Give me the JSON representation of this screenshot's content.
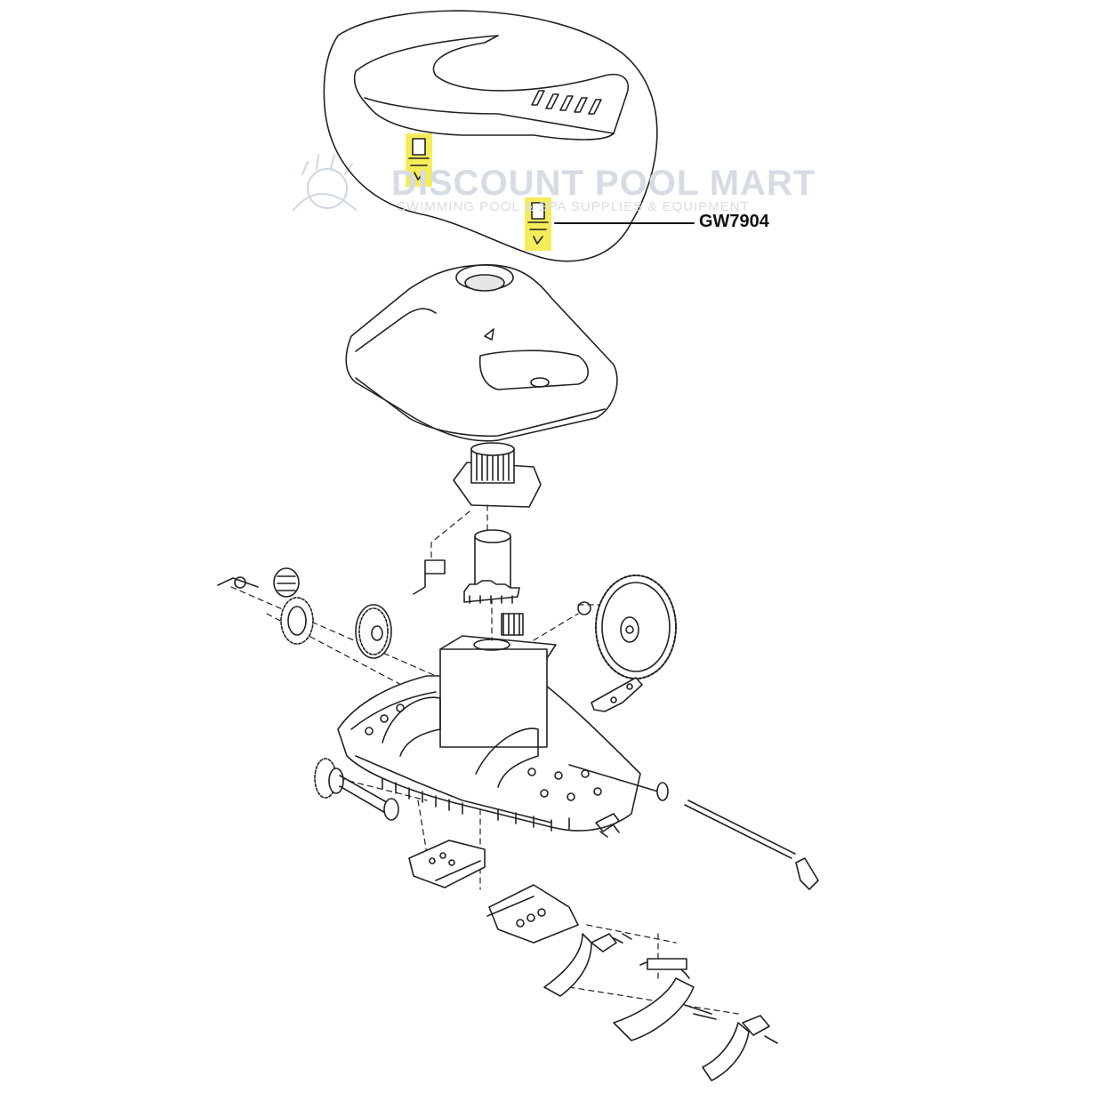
{
  "watermark": {
    "title": "DISCOUNT POOL MART",
    "subtitle": "SWIMMING POOL & SPA SUPPLIES & EQUIPMENT"
  },
  "callout": {
    "part_number": "GW7904"
  },
  "colors": {
    "highlight": "#f5ec5a",
    "line": "#222222",
    "watermark": "#d6dbe4"
  }
}
